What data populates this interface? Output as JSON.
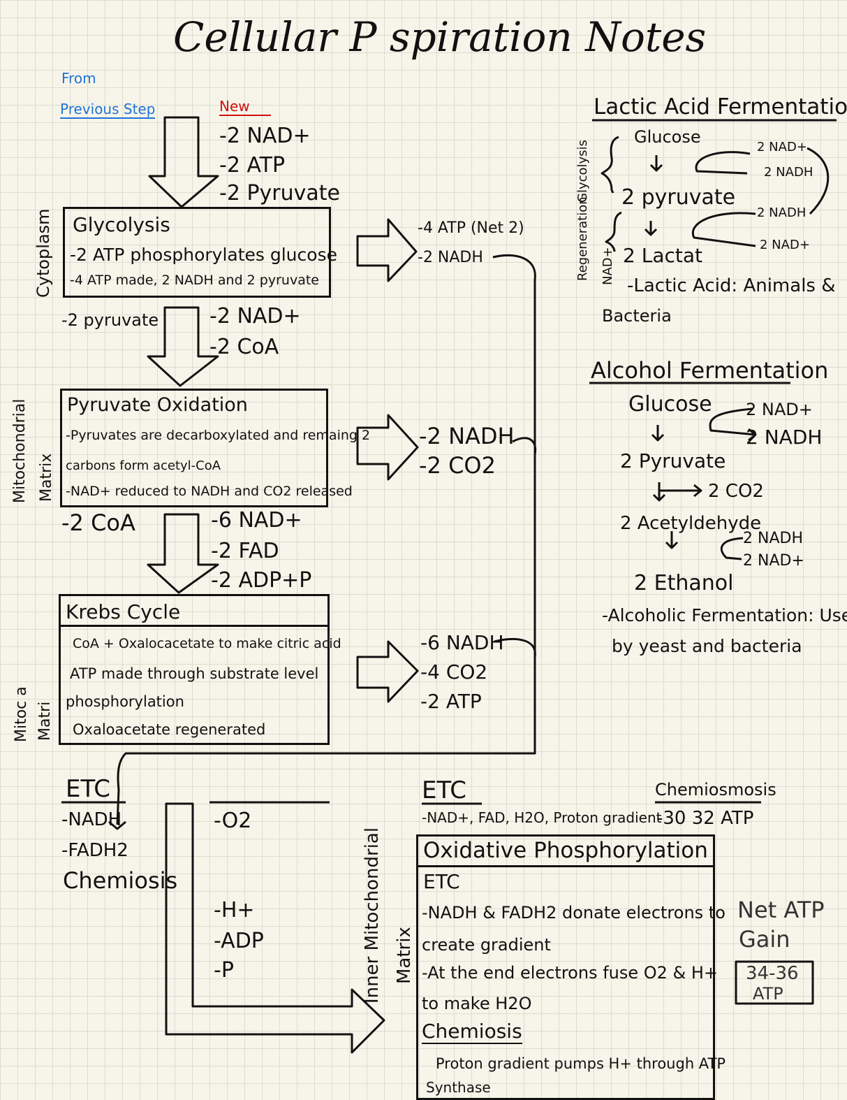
{
  "title": "Cellular P spiration Notes",
  "legend": {
    "from": "From",
    "previous_step": "Previous Step",
    "new": "New"
  },
  "glycolysis_inputs": [
    "-2 NAD+",
    "-2 ATP",
    "-2 Pyruvate"
  ],
  "glycolysis": {
    "label": "Cytoplasm",
    "heading": "Glycolysis",
    "lines": [
      "-2 ATP phosphorylates glucose",
      "-4 ATP made, 2 NADH and 2 pyruvate"
    ],
    "outputs": [
      "-4 ATP (Net 2)",
      "-2 NADH"
    ]
  },
  "pyruvate_inputs": {
    "from_prev": "-2 pyruvate",
    "new": [
      "-2 NAD+",
      "-2 CoA"
    ]
  },
  "pyruvate_oxidation": {
    "label_line1": "Mitochondrial",
    "label_line2": "Matrix",
    "heading": "Pyruvate Oxidation",
    "lines": [
      "-Pyruvates are decarboxylated and remaing 2",
      "carbons form acetyl-CoA",
      "-NAD+ reduced to NADH and CO2 released"
    ],
    "outputs": [
      "-2 NADH",
      "-2 CO2"
    ]
  },
  "krebs_inputs": {
    "from_prev": "-2 CoA",
    "new": [
      "-6 NAD+",
      "-2 FAD",
      "-2 ADP+P"
    ]
  },
  "krebs": {
    "label_line1": "Mitoc a",
    "label_line2": "Matri",
    "heading": "Krebs Cycle",
    "lines": [
      "CoA + Oxalocacetate to make citric acid",
      "ATP made through substrate level",
      "phosphorylation",
      "Oxaloacetate regenerated"
    ],
    "outputs": [
      "-6 NADH",
      "-4 CO2",
      "-2 ATP"
    ]
  },
  "etc_inputs": {
    "heading": "ETC",
    "from_prev": [
      "-NADH",
      "-FADH2",
      "Chemiosis"
    ],
    "new": [
      "-O2",
      "-H+",
      "-ADP",
      "-P"
    ]
  },
  "etc_outputs": {
    "heading": "ETC",
    "line": "-NAD+, FAD, H2O, Proton gradient"
  },
  "chemiosmosis": {
    "heading": "Chemiosmosis",
    "value": "-30 32 ATP"
  },
  "oxphos": {
    "label_line1": "Inner Mitochondrial",
    "label_line2": "Matrix",
    "heading": "Oxidative Phosphorylation",
    "etc_heading": "ETC",
    "lines": [
      "-NADH & FADH2 donate electrons to",
      "create gradient",
      "-At the end electrons fuse O2 & H+",
      "to make H2O"
    ],
    "chemiosis_heading": "Chemiosis",
    "chemiosis_lines": [
      "Proton gradient pumps H+ through ATP",
      "Synthase"
    ]
  },
  "net_atp": {
    "label1": "Net ATP",
    "label2": "Gain",
    "value1": "34-36",
    "value2": "ATP"
  },
  "lactic": {
    "heading": "Lactic Acid Fermentation",
    "side_label1": "Regeneration",
    "side_label2": "Glycolysis",
    "nad_label": "NAD+",
    "glucose": "Glucose",
    "pyruvate": "2 pyruvate",
    "lactate": "2 Lactat",
    "cofactors_top": [
      "2 NAD+",
      "2 NADH"
    ],
    "cofactors_bottom": [
      "2 NADH",
      "2 NAD+"
    ],
    "note1": "-Lactic Acid: Animals &",
    "note2": "Bacteria"
  },
  "alcohol": {
    "heading": "Alcohol Fermentation",
    "glucose": "Glucose",
    "cofactors_top": [
      "2 NAD+",
      "2 NADH"
    ],
    "pyruvate": "2 Pyruvate",
    "co2": "2 CO2",
    "acetaldehyde": "2 Acetyldehyde",
    "cofactors_bottom": [
      "2 NADH",
      "2 NAD+"
    ],
    "ethanol": "2 Ethanol",
    "note1": "-Alcoholic Fermentation: Used",
    "note2": "by yeast and bacteria"
  }
}
